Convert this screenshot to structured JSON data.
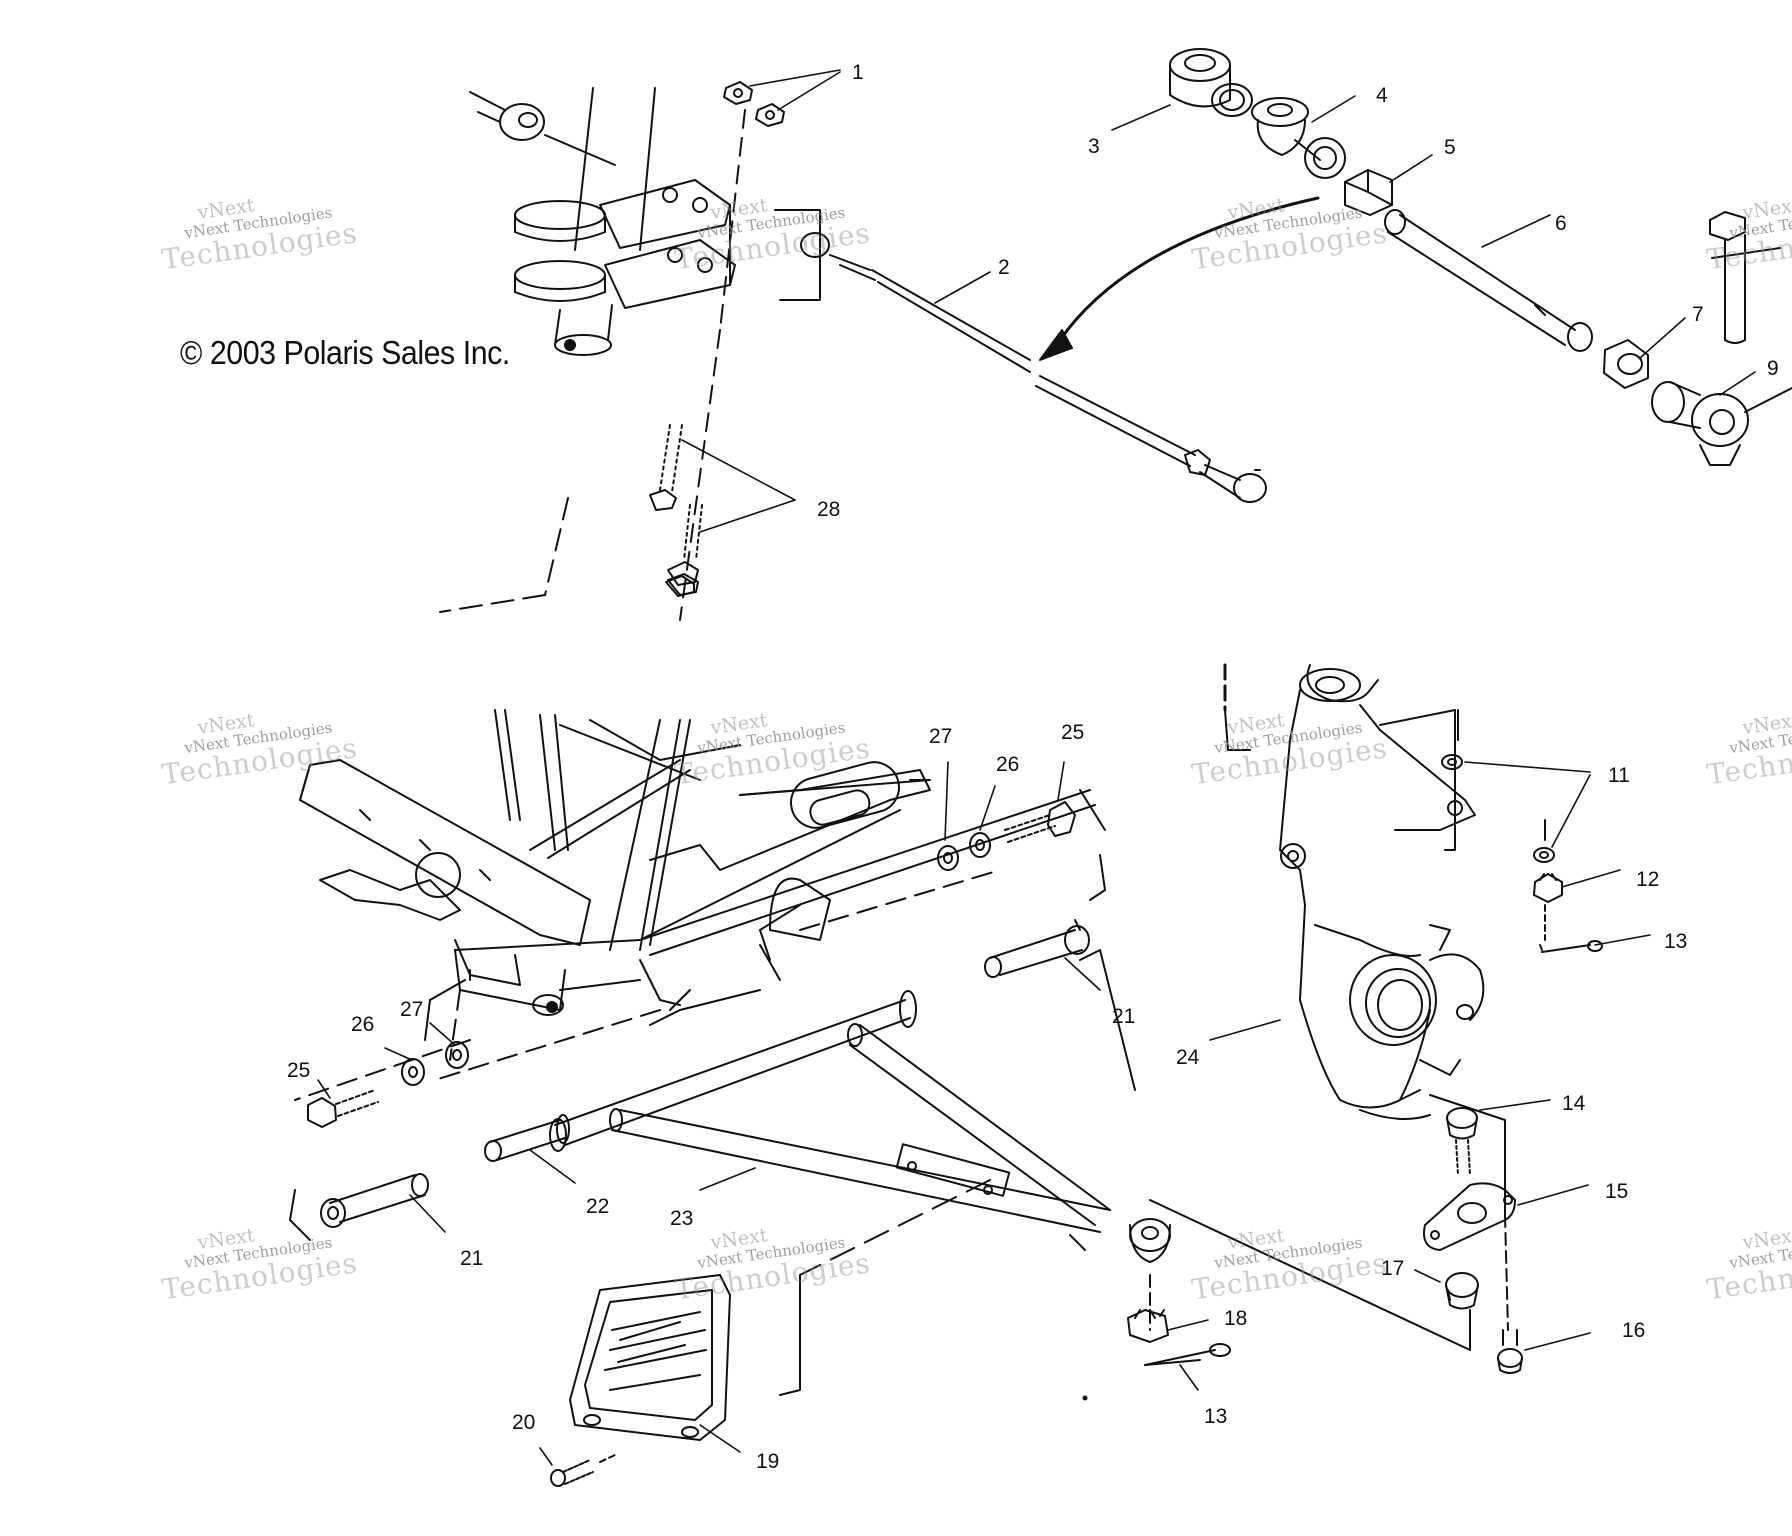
{
  "copyright": "© 2003 Polaris Sales Inc.",
  "watermark": {
    "line1": "vNext",
    "line2": "vNext Technologies",
    "line3": "Technologies"
  },
  "callouts": [
    {
      "id": "c1",
      "text": "1"
    },
    {
      "id": "c2",
      "text": "2"
    },
    {
      "id": "c3",
      "text": "3"
    },
    {
      "id": "c4",
      "text": "4"
    },
    {
      "id": "c5",
      "text": "5"
    },
    {
      "id": "c6",
      "text": "6"
    },
    {
      "id": "c7",
      "text": "7"
    },
    {
      "id": "c9",
      "text": "9"
    },
    {
      "id": "c28",
      "text": "28"
    },
    {
      "id": "c27a",
      "text": "27"
    },
    {
      "id": "c25a",
      "text": "25"
    },
    {
      "id": "c26a",
      "text": "26"
    },
    {
      "id": "c11",
      "text": "11"
    },
    {
      "id": "c12",
      "text": "12"
    },
    {
      "id": "c13a",
      "text": "13"
    },
    {
      "id": "c21a",
      "text": "21"
    },
    {
      "id": "c24",
      "text": "24"
    },
    {
      "id": "c26b",
      "text": "26"
    },
    {
      "id": "c27b",
      "text": "27"
    },
    {
      "id": "c25b",
      "text": "25"
    },
    {
      "id": "c14",
      "text": "14"
    },
    {
      "id": "c22",
      "text": "22"
    },
    {
      "id": "c23",
      "text": "23"
    },
    {
      "id": "c21b",
      "text": "21"
    },
    {
      "id": "c15",
      "text": "15"
    },
    {
      "id": "c17",
      "text": "17"
    },
    {
      "id": "c18",
      "text": "18"
    },
    {
      "id": "c16",
      "text": "16"
    },
    {
      "id": "c13b",
      "text": "13"
    },
    {
      "id": "c20",
      "text": "20"
    },
    {
      "id": "c19",
      "text": "19"
    }
  ]
}
